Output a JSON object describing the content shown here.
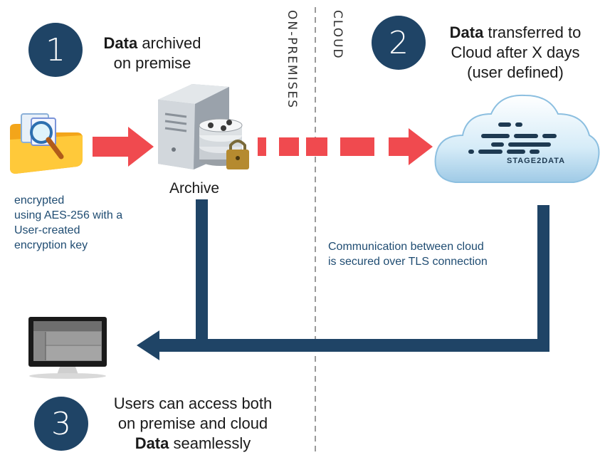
{
  "steps": {
    "one": {
      "number": "1",
      "bold": "Data",
      "rest": " archived",
      "line2": "on premise"
    },
    "two": {
      "number": "2",
      "bold": "Data",
      "rest": " transferred to",
      "line2": "Cloud after X days",
      "line3": "(user defined)"
    },
    "three": {
      "number": "3",
      "line1": "Users can access both",
      "line2": "on premise and cloud",
      "bold": "Data",
      "rest": " seamlessly"
    }
  },
  "labels": {
    "archive": "Archive",
    "on_premises": "ON-PREMISES",
    "cloud": "CLOUD",
    "brand": "STAGE2DATA"
  },
  "notes": {
    "encryption": [
      "encrypted",
      "using AES-256 with a",
      "User-created",
      "encryption key"
    ],
    "tls": [
      "Communication between cloud",
      "is secured over TLS connection"
    ]
  },
  "colors": {
    "navy": "#1f4466",
    "arrow_red": "#f04a4f",
    "note_blue": "#1f4c72"
  }
}
